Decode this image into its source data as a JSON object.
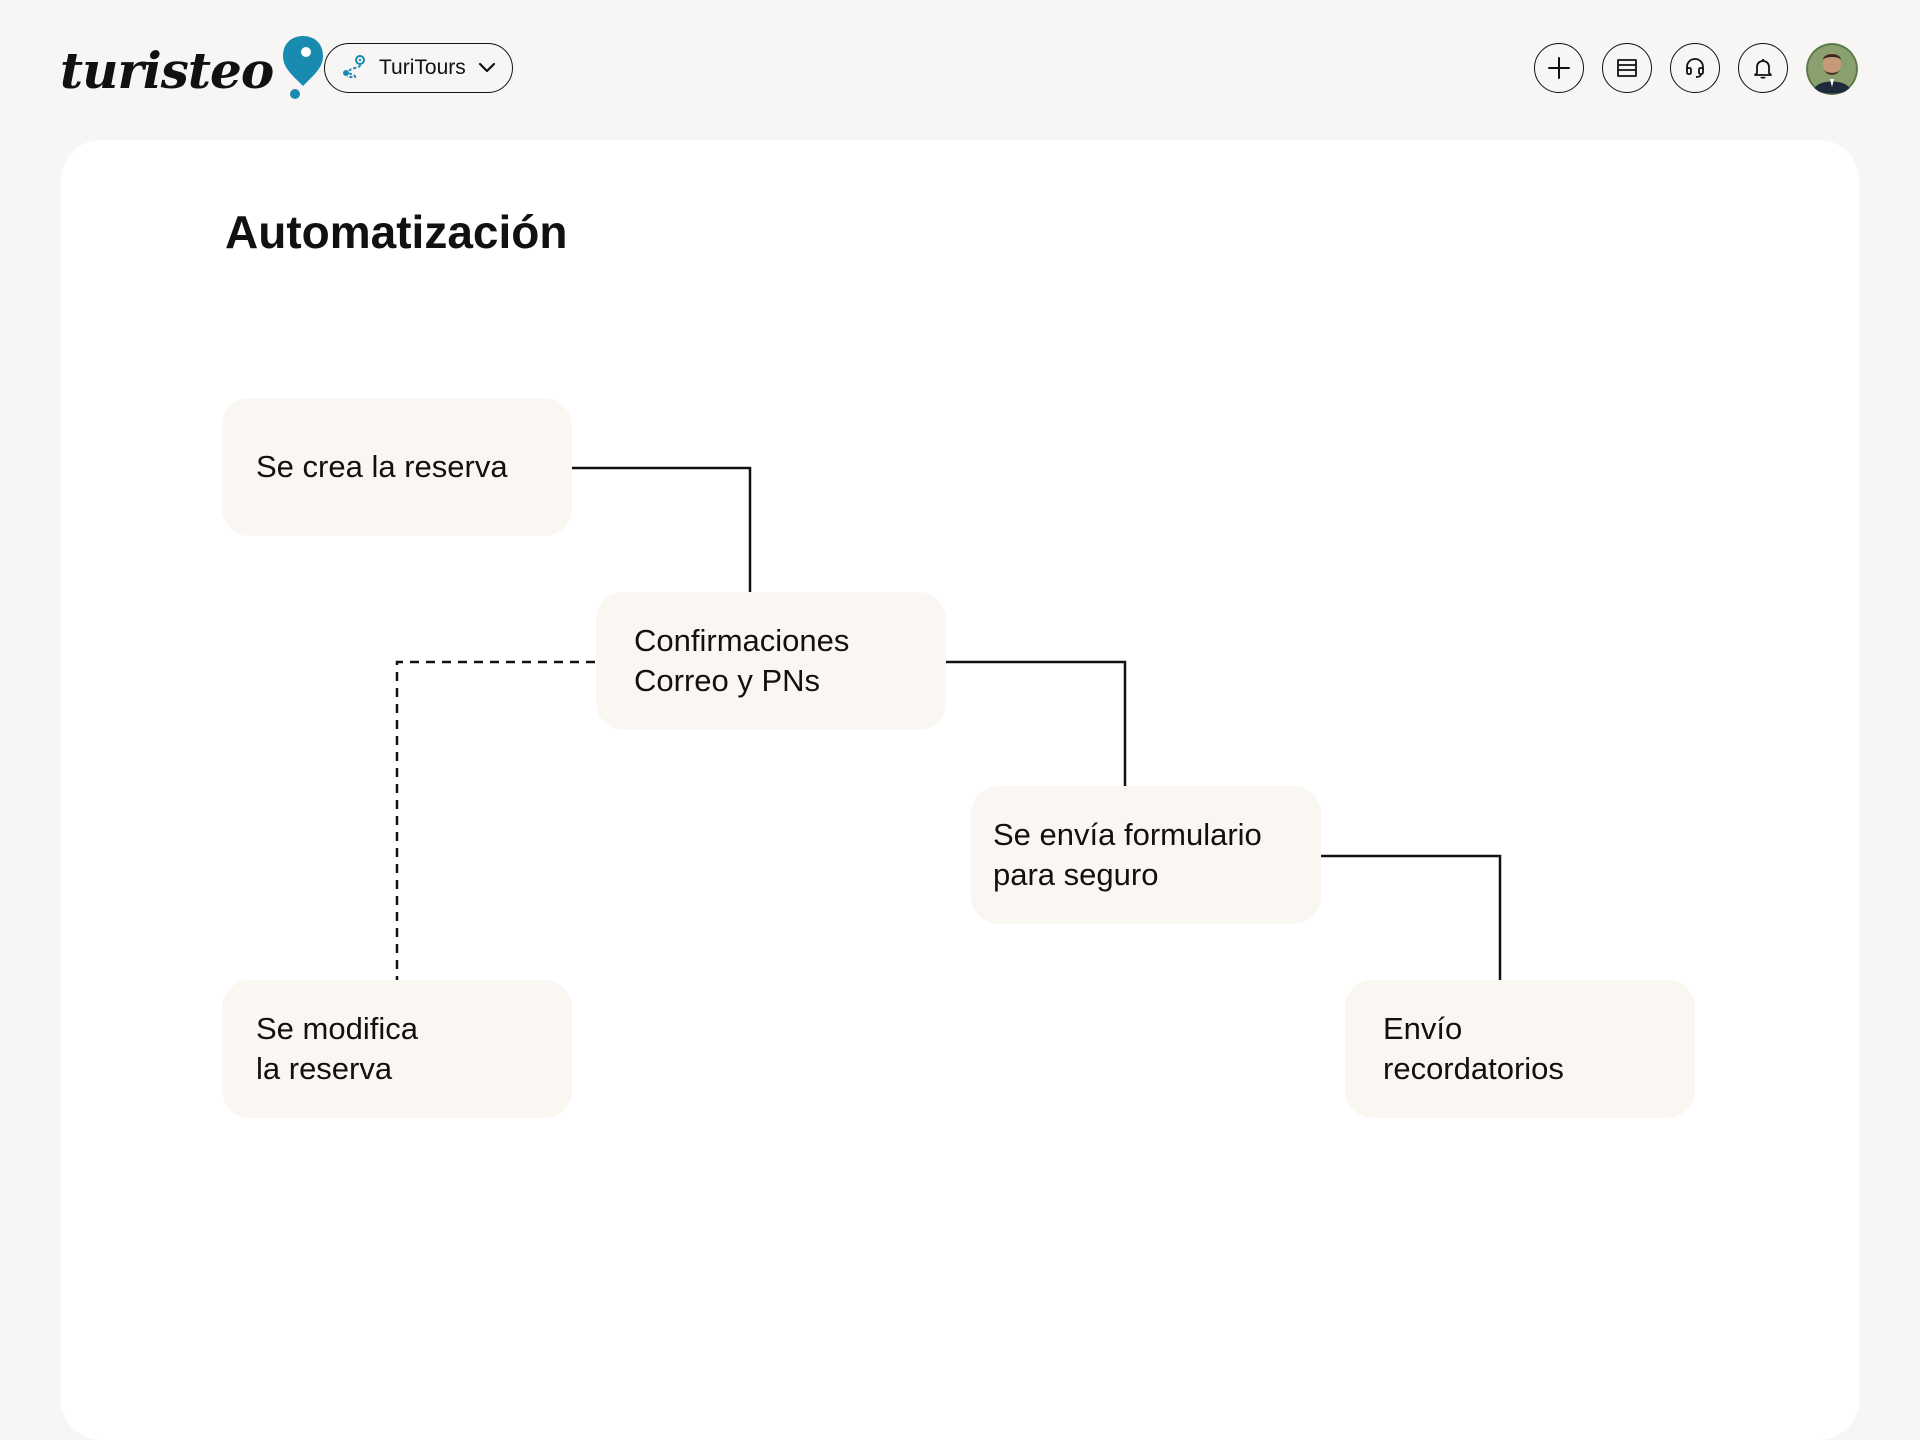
{
  "header": {
    "logo_text": "turisteo",
    "account_name": "TuriTours",
    "actions": [
      {
        "icon": "plus-icon"
      },
      {
        "icon": "store-icon"
      },
      {
        "icon": "headset-icon"
      },
      {
        "icon": "bell-icon"
      }
    ],
    "avatar_icon": "user-avatar"
  },
  "colors": {
    "brand_teal": "#1a8bb0",
    "node_background": "#faf6f1",
    "page_background": "#f7f6f4"
  },
  "page": {
    "title": "Automatización"
  },
  "diagram": {
    "nodes": [
      {
        "id": "created",
        "lines": [
          "Se crea la reserva"
        ]
      },
      {
        "id": "confirmations",
        "lines": [
          "Confirmaciones",
          "Correo y PNs"
        ]
      },
      {
        "id": "form",
        "lines": [
          "Se envía formulario",
          "para seguro"
        ]
      },
      {
        "id": "reminders",
        "lines": [
          "Envío",
          "recordatorios"
        ]
      },
      {
        "id": "modified",
        "lines": [
          "Se modifica",
          "la reserva"
        ]
      }
    ],
    "edges": [
      {
        "from": "created",
        "to": "confirmations",
        "style": "solid"
      },
      {
        "from": "confirmations",
        "to": "form",
        "style": "solid"
      },
      {
        "from": "form",
        "to": "reminders",
        "style": "solid"
      },
      {
        "from": "confirmations",
        "to": "modified",
        "style": "dashed"
      }
    ]
  }
}
